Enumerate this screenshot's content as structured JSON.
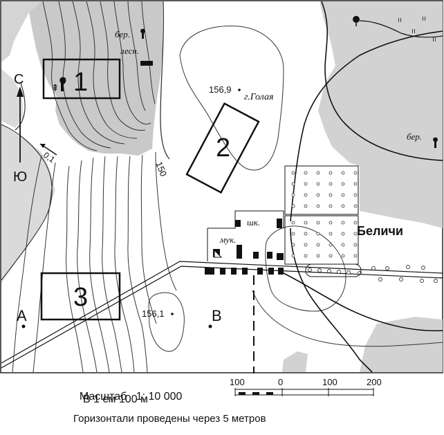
{
  "map": {
    "areas": [
      {
        "id": "1",
        "label": "1"
      },
      {
        "id": "2",
        "label": "2"
      },
      {
        "id": "3",
        "label": "3"
      }
    ],
    "points": [
      {
        "id": "A",
        "label": "А"
      },
      {
        "id": "B",
        "label": "В"
      }
    ],
    "compass": {
      "north": "С",
      "south": "Ю"
    },
    "river_flow": "0,1",
    "contour_label": "150",
    "spot_heights": [
      "156,9",
      "156,1"
    ],
    "hill_name": "г.Голая",
    "village": "Беличи",
    "building_labels": {
      "school": "шк.",
      "mill": "мук."
    },
    "vegetation_labels": {
      "birch_forest_top": "бер.",
      "forest_type": "лесн.",
      "birch_forest_right": "бер."
    }
  },
  "legend": {
    "scale_label": "Масштаб",
    "scale_value": "1: 10 000",
    "scale_note": "В 1 см 100 м",
    "contour_note": "Горизонтали проведены через 5 метров",
    "scale_bar_ticks": [
      "100",
      "0",
      "100",
      "200"
    ]
  },
  "colors": {
    "forest_gray": "#c8c8c8",
    "meadow_gray": "#d6d6d6",
    "river_gray": "#dcdcdc",
    "ink": "#111111"
  }
}
